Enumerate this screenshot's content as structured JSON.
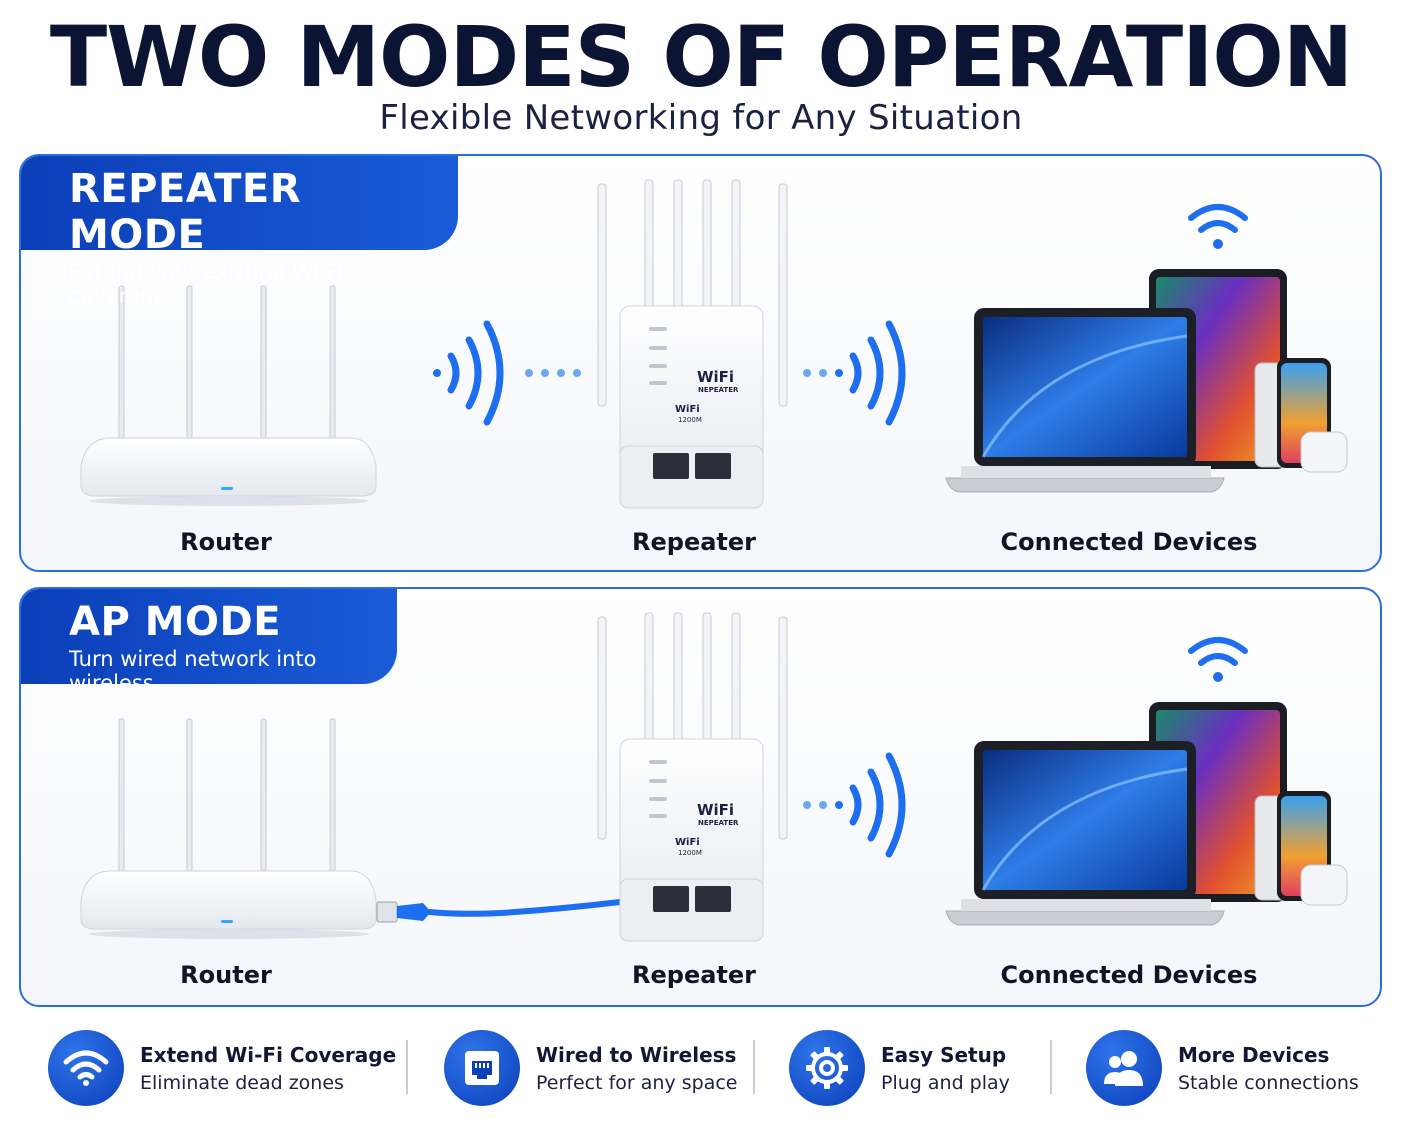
{
  "header": {
    "title": "TWO MODES OF OPERATION",
    "subtitle": "Flexible Networking for Any Situation"
  },
  "repeater_mode": {
    "title": "REPEATER MODE",
    "description": "Extend your existing Wi-Fi coverage",
    "devices": {
      "router": "Router",
      "repeater": "Repeater",
      "connected": "Connected Devices"
    }
  },
  "ap_mode": {
    "title": "AP MODE",
    "description": "Turn wired network into wireless",
    "devices": {
      "router": "Router",
      "repeater": "Repeater",
      "connected": "Connected Devices"
    }
  },
  "repeater_device": {
    "logo_main": "WiFi",
    "logo_sub": "NEPEATER",
    "logo_small": "WiFi",
    "logo_speed": "1200M"
  },
  "features": [
    {
      "icon": "wifi-icon",
      "title": "Extend Wi-Fi Coverage",
      "subtitle": "Eliminate dead zones"
    },
    {
      "icon": "ethernet-port-icon",
      "title": "Wired to Wireless",
      "subtitle": "Perfect for any space"
    },
    {
      "icon": "gear-icon",
      "title": "Easy Setup",
      "subtitle": "Plug and play"
    },
    {
      "icon": "users-icon",
      "title": "More Devices",
      "subtitle": "Stable connections"
    }
  ],
  "colors": {
    "accent": "#1a5bd8",
    "accent_dark": "#0b3fb8",
    "signal": "#1e6ef0",
    "title_text": "#0c1433"
  }
}
